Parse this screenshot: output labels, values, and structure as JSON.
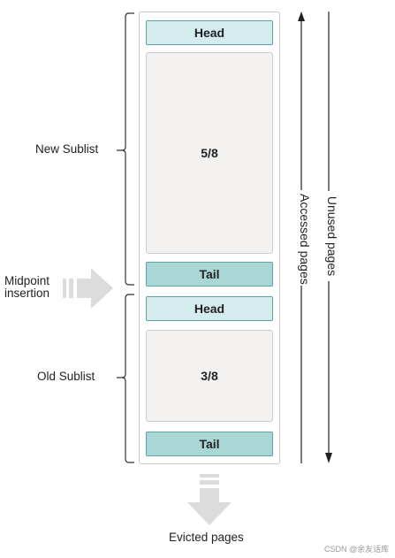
{
  "new_sublist": {
    "label": "New Sublist",
    "head_label": "Head",
    "body_label": "5/8",
    "tail_label": "Tail"
  },
  "old_sublist": {
    "label": "Old Sublist",
    "head_label": "Head",
    "body_label": "3/8",
    "tail_label": "Tail"
  },
  "midpoint": {
    "line1": "Midpoint",
    "line2": "insertion"
  },
  "accessed_pages_label": "Accessed pages",
  "unused_pages_label": "Unused pages",
  "evicted_pages_label": "Evicted pages",
  "watermark": "CSDN @余友话库",
  "colors": {
    "head_fill": "#d4ecee",
    "tail_fill": "#a9d7d6",
    "block_fill": "#f3f2f1",
    "bar_border": "#5aa3a8",
    "arrow_fill": "#dcdcdc"
  }
}
